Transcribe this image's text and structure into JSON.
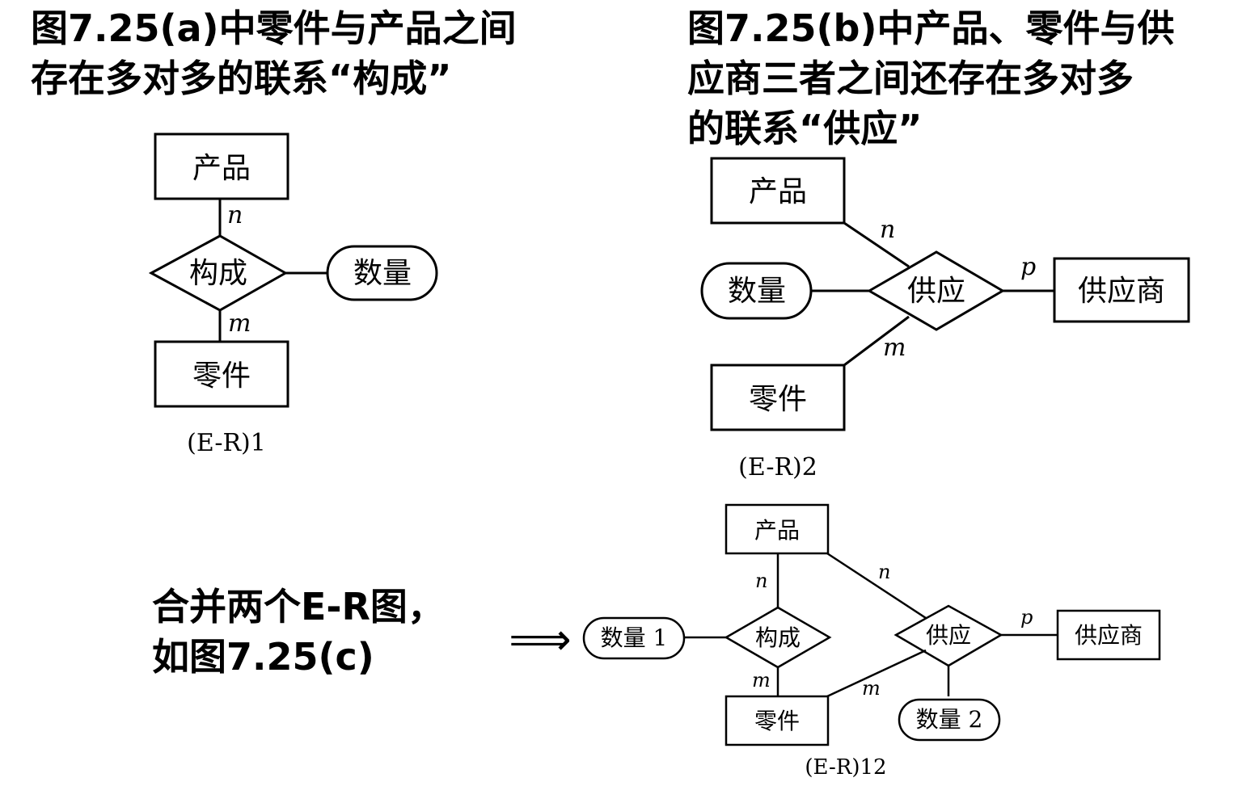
{
  "headings": {
    "a": {
      "line1": "图7.25(a)中零件与产品之间",
      "line2": "存在多对多的联系“构成”"
    },
    "b": {
      "line1": "图7.25(b)中产品、零件与供",
      "line2": "应商三者之间还存在多对多",
      "line3": "的联系“供应”"
    },
    "c": {
      "line1": "合并两个E-R图，",
      "line2": "如图7.25(c)"
    }
  },
  "arrow_symbol": "⟹",
  "er1": {
    "caption": "(E-R)1",
    "entity_product": "产品",
    "relation": "构成",
    "attribute": "数量",
    "entity_part": "零件",
    "card_top": "n",
    "card_bottom": "m"
  },
  "er2": {
    "caption": "(E-R)2",
    "entity_product": "产品",
    "relation": "供应",
    "attribute": "数量",
    "entity_part": "零件",
    "entity_supplier": "供应商",
    "card_n": "n",
    "card_m": "m",
    "card_p": "p"
  },
  "er12": {
    "caption": "(E-R)12",
    "entity_product": "产品",
    "entity_part": "零件",
    "entity_supplier": "供应商",
    "relation_compose": "构成",
    "relation_supply": "供应",
    "attribute_1": "数量 1",
    "attribute_2": "数量 2",
    "card_n_left": "n",
    "card_m_left": "m",
    "card_n_right": "n",
    "card_m_right": "m",
    "card_p": "p"
  }
}
